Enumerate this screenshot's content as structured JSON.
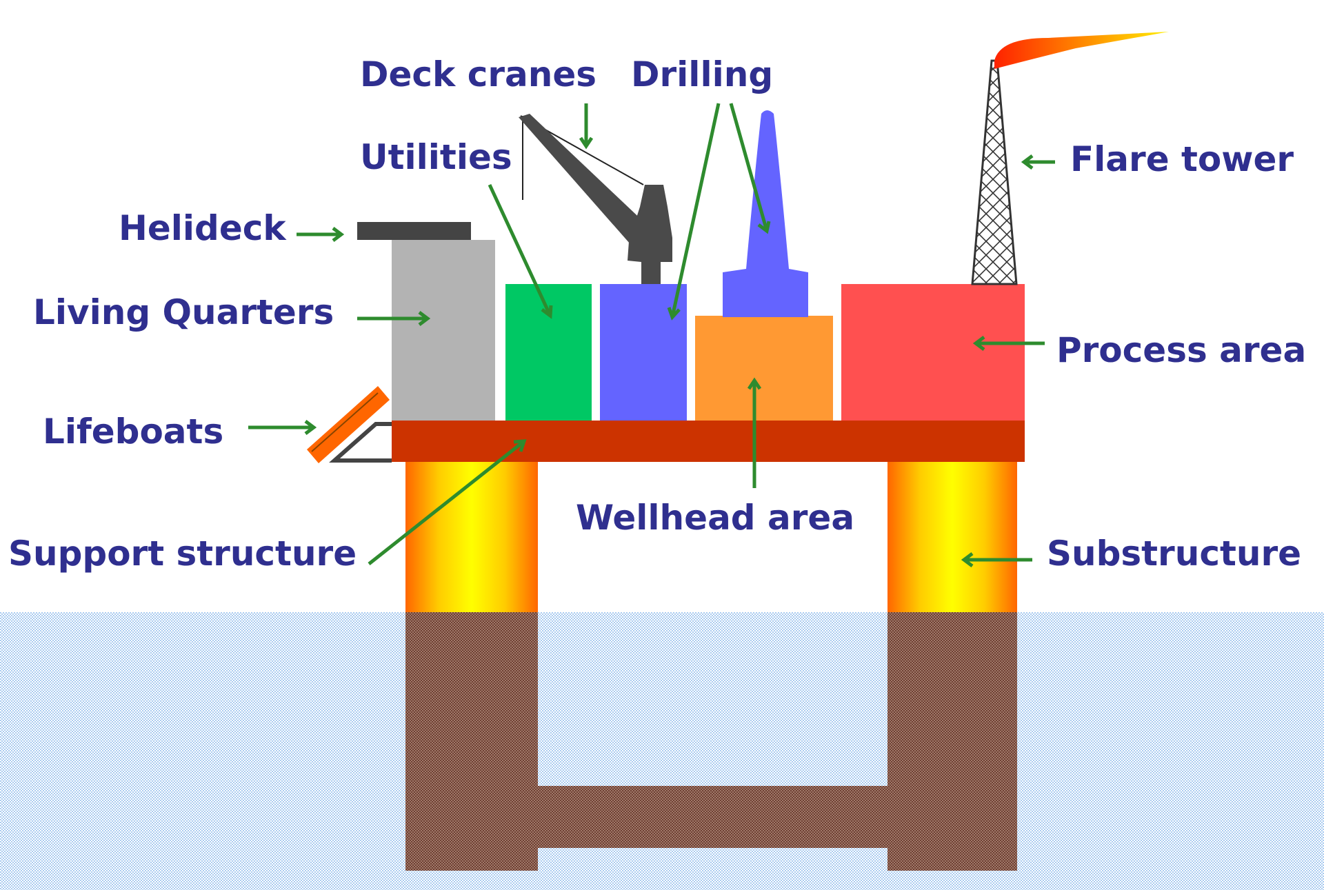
{
  "labels": {
    "deck_cranes": "Deck cranes",
    "drilling": "Drilling",
    "utilities": "Utilities",
    "helideck": "Helideck",
    "living_quarters": "Living Quarters",
    "lifeboats": "Lifeboats",
    "support_structure": "Support structure",
    "wellhead_area": "Wellhead area",
    "flare_tower": "Flare tower",
    "process_area": "Process area",
    "substructure": "Substructure"
  },
  "colors": {
    "label_text": "#2f2f8f",
    "arrow": "#2e8b2e",
    "sea": "#cfe2f6",
    "living_quarters": "#b3b3b3",
    "utilities": "#00c864",
    "drilling": "#6464ff",
    "wellhead": "#ff9933",
    "process": "#ff5050",
    "deck": "#cc3300",
    "helideck": "#444444",
    "crane": "#4a4a4a",
    "lifeboat": "#ff6600",
    "pontoon": "#8b5a4a"
  }
}
